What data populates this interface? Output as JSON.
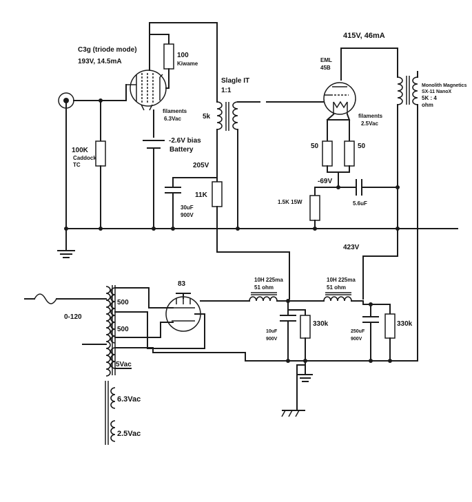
{
  "input_stage": {
    "tube": "C3g (triode mode)",
    "operating_point": "193V, 14.5mA",
    "plate_resistor": "100",
    "plate_resistor_brand": "Kiwame",
    "filaments": "filaments",
    "filament_voltage": "6.3Vac",
    "grid_resistor": "100K",
    "grid_resistor_brand": "Caddock",
    "grid_resistor_series": "TC",
    "bias": "-2.6V bias",
    "bias_source": "Battery"
  },
  "interstage": {
    "name": "Slagle IT",
    "ratio": "1:1",
    "impedance": "5k",
    "b_plus": "205V",
    "dropping_resistor": "11K",
    "cap_value": "30uF",
    "cap_voltage": "900V"
  },
  "output_stage": {
    "operating_point": "415V, 46mA",
    "tube_brand": "EML",
    "tube": "45B",
    "filaments": "filaments",
    "filament_voltage": "2.5Vac",
    "hum_pot_left": "50",
    "hum_pot_right": "50",
    "cathode_voltage": "-69V",
    "cathode_resistor": "1.5K 15W",
    "cathode_cap": "5.6uF",
    "otx_brand": "Monolith Magnetics",
    "otx_model": "SX-11 NanoX",
    "otx_ratio": "5K : 4",
    "otx_unit": "ohm"
  },
  "power_supply": {
    "b_plus_2": "423V",
    "rectifier": "83",
    "primary": "0-120",
    "hv_upper": "500",
    "hv_lower": "500",
    "rect_heater": "5Vac",
    "heater_63": "6.3Vac",
    "heater_25": "2.5Vac",
    "choke1_spec": "10H 225ma",
    "choke1_dcr": "51 ohm",
    "choke2_spec": "10H 225ma",
    "choke2_dcr": "51 ohm",
    "cap1_value": "10uF",
    "cap1_voltage": "900V",
    "bleeder1": "330k",
    "cap2_value": "250uF",
    "cap2_voltage": "900V",
    "bleeder2": "330k"
  }
}
